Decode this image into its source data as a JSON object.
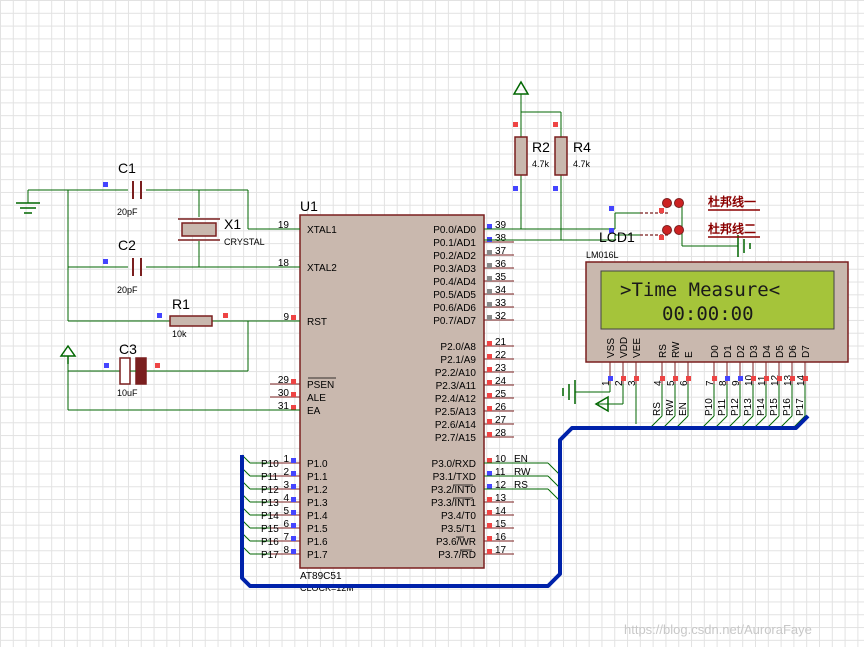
{
  "mcu": {
    "ref": "U1",
    "part": "AT89C51",
    "sub": "CLOCK=12M",
    "left_pins": [
      {
        "num": "19",
        "name": "XTAL1"
      },
      {
        "num": "18",
        "name": "XTAL2"
      },
      {
        "num": "9",
        "name": "RST"
      },
      {
        "num": "29",
        "name": "PSEN"
      },
      {
        "num": "30",
        "name": "ALE"
      },
      {
        "num": "31",
        "name": "EA"
      },
      {
        "num": "1",
        "name": "P1.0"
      },
      {
        "num": "2",
        "name": "P1.1"
      },
      {
        "num": "3",
        "name": "P1.2"
      },
      {
        "num": "4",
        "name": "P1.3"
      },
      {
        "num": "5",
        "name": "P1.4"
      },
      {
        "num": "6",
        "name": "P1.5"
      },
      {
        "num": "7",
        "name": "P1.6"
      },
      {
        "num": "8",
        "name": "P1.7"
      }
    ],
    "right_pins": [
      {
        "num": "39",
        "name": "P0.0/AD0"
      },
      {
        "num": "38",
        "name": "P0.1/AD1"
      },
      {
        "num": "37",
        "name": "P0.2/AD2"
      },
      {
        "num": "36",
        "name": "P0.3/AD3"
      },
      {
        "num": "35",
        "name": "P0.4/AD4"
      },
      {
        "num": "34",
        "name": "P0.5/AD5"
      },
      {
        "num": "33",
        "name": "P0.6/AD6"
      },
      {
        "num": "32",
        "name": "P0.7/AD7"
      },
      {
        "num": "21",
        "name": "P2.0/A8"
      },
      {
        "num": "22",
        "name": "P2.1/A9"
      },
      {
        "num": "23",
        "name": "P2.2/A10"
      },
      {
        "num": "24",
        "name": "P2.3/A11"
      },
      {
        "num": "25",
        "name": "P2.4/A12"
      },
      {
        "num": "26",
        "name": "P2.5/A13"
      },
      {
        "num": "27",
        "name": "P2.6/A14"
      },
      {
        "num": "28",
        "name": "P2.7/A15"
      },
      {
        "num": "10",
        "name": "P3.0/RXD"
      },
      {
        "num": "11",
        "name": "P3.1/TXD"
      },
      {
        "num": "12",
        "name": "P3.2/INT0"
      },
      {
        "num": "13",
        "name": "P3.3/INT1"
      },
      {
        "num": "14",
        "name": "P3.4/T0"
      },
      {
        "num": "15",
        "name": "P3.5/T1"
      },
      {
        "num": "16",
        "name": "P3.6/WR"
      },
      {
        "num": "17",
        "name": "P3.7/RD"
      }
    ],
    "p1_net_labels": [
      "P10",
      "P11",
      "P12",
      "P13",
      "P14",
      "P15",
      "P16",
      "P17"
    ],
    "p3_net_labels": [
      "EN",
      "RW",
      "RS"
    ]
  },
  "components": {
    "c1": {
      "ref": "C1",
      "value": "20pF"
    },
    "c2": {
      "ref": "C2",
      "value": "20pF"
    },
    "c3": {
      "ref": "C3",
      "value": "10uF"
    },
    "x1": {
      "ref": "X1",
      "value": "CRYSTAL"
    },
    "r1": {
      "ref": "R1",
      "value": "10k"
    },
    "r2": {
      "ref": "R2",
      "value": "4.7k"
    },
    "r4": {
      "ref": "R4",
      "value": "4.7k"
    }
  },
  "lcd": {
    "ref": "LCD1",
    "part": "LM016L",
    "line1": ">Time Measure<",
    "line2": "00:00:00",
    "pins": [
      {
        "name": "VSS",
        "num": "1"
      },
      {
        "name": "VDD",
        "num": "2"
      },
      {
        "name": "VEE",
        "num": "3"
      },
      {
        "name": "RS",
        "num": "4"
      },
      {
        "name": "RW",
        "num": "5"
      },
      {
        "name": "E",
        "num": "6"
      },
      {
        "name": "D0",
        "num": "7"
      },
      {
        "name": "D1",
        "num": "8"
      },
      {
        "name": "D2",
        "num": "9"
      },
      {
        "name": "D3",
        "num": "10"
      },
      {
        "name": "D4",
        "num": "11"
      },
      {
        "name": "D5",
        "num": "12"
      },
      {
        "name": "D6",
        "num": "13"
      },
      {
        "name": "D7",
        "num": "14"
      }
    ],
    "bus_labels": [
      "RS",
      "RW",
      "EN",
      "P10",
      "P11",
      "P12",
      "P13",
      "P14",
      "P15",
      "P16",
      "P17"
    ]
  },
  "buttons": {
    "label1": "杜邦线一",
    "label2": "杜邦线二"
  },
  "watermark": "https://blog.csdn.net/AuroraFaye",
  "colors": {
    "wire": "#006600",
    "bus": "#0022aa",
    "body": "#c9b8ae",
    "lcd_screen": "#a5c43a",
    "comp": "#7a1f1f"
  }
}
